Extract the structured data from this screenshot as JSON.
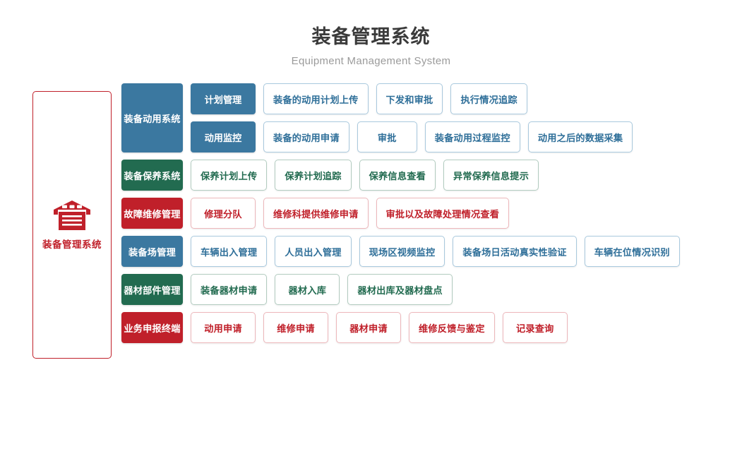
{
  "header": {
    "title": "装备管理系统",
    "subtitle": "Equipment Management System"
  },
  "root": {
    "label": "装备管理系统",
    "icon": "warehouse-icon",
    "border_color": "#c0202a",
    "text_color": "#c0202a"
  },
  "colors": {
    "blue": "#3b78a0",
    "green": "#226b50",
    "red": "#c0202a",
    "blue_border": "#a9c9de",
    "green_border": "#b2ccc0",
    "red_border": "#edb7bb",
    "blue_text": "#2f6f99",
    "title": "#3a3a3a",
    "subtitle": "#9b9b9b"
  },
  "rows": [
    {
      "category": "装备动用系统",
      "color": "blue",
      "subgroups": [
        {
          "sub": "计划管理",
          "leaves": [
            "装备的动用计划上传",
            "下发和审批",
            "执行情况追踪"
          ]
        },
        {
          "sub": "动用监控",
          "leaves": [
            "装备的动用申请",
            "审批",
            "装备动用过程监控",
            "动用之后的数据采集"
          ]
        }
      ]
    },
    {
      "category": "装备保养系统",
      "color": "green",
      "leaves": [
        "保养计划上传",
        "保养计划追踪",
        "保养信息查看",
        "异常保养信息提示"
      ]
    },
    {
      "category": "故障维修管理",
      "color": "red",
      "leaves": [
        "修理分队",
        "维修科提供维修申请",
        "审批以及故障处理情况查看"
      ]
    },
    {
      "category": "装备场管理",
      "color": "blue",
      "leaves": [
        "车辆出入管理",
        "人员出入管理",
        "现场区视频监控",
        "装备场日活动真实性验证",
        "车辆在位情况识别"
      ]
    },
    {
      "category": "器材部件管理",
      "color": "green",
      "leaves": [
        "装备器材申请",
        "器材入库",
        "器材出库及器材盘点"
      ]
    },
    {
      "category": "业务申报终端",
      "color": "red",
      "leaves": [
        "动用申请",
        "维修申请",
        "器材申请",
        "维修反馈与鉴定",
        "记录查询"
      ]
    }
  ]
}
